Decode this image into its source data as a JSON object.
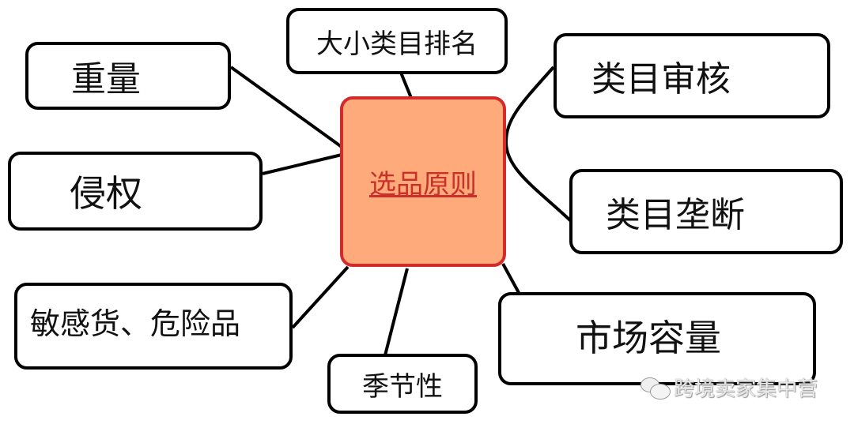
{
  "center": {
    "label": "选品原则",
    "fill": "#ffaa7a",
    "border": "#d42a2a",
    "text_color": "#c8302a"
  },
  "nodes": {
    "weight": "重量",
    "infringement": "侵权",
    "category_ranking": "大小类目排名",
    "category_review": "类目审核",
    "category_monopoly": "类目垄断",
    "sensitive_goods": "敏感货、危险品",
    "seasonality": "季节性",
    "market_capacity": "市场容量"
  },
  "watermark": {
    "icon": "wechat-icon",
    "text": "跨境卖家集中营"
  }
}
